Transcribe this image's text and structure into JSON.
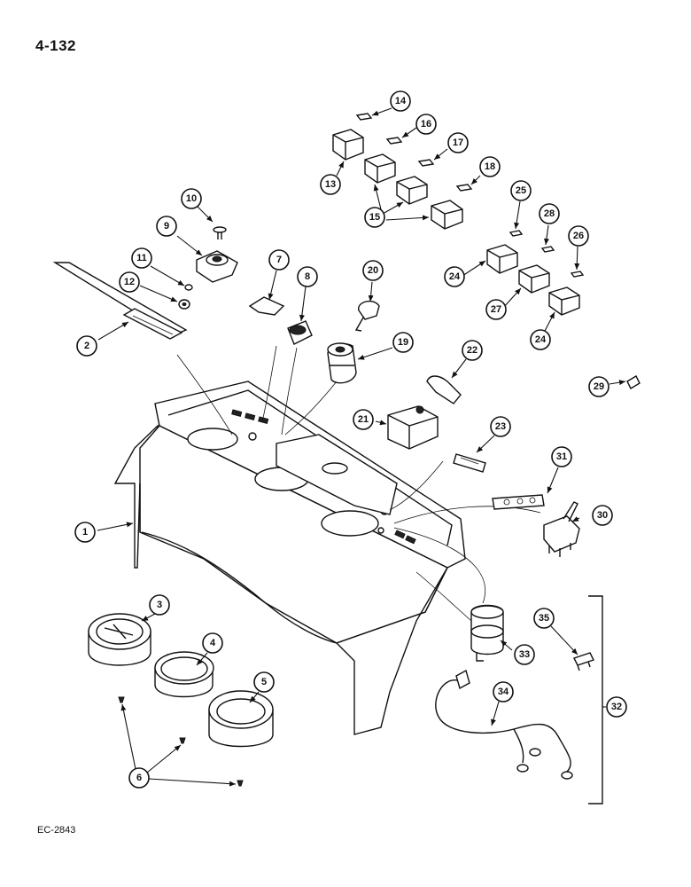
{
  "page_number": "4-132",
  "figure_code": "EC-2843",
  "callouts": [
    "1",
    "2",
    "3",
    "4",
    "5",
    "6",
    "7",
    "8",
    "9",
    "10",
    "11",
    "12",
    "13",
    "14",
    "15",
    "16",
    "17",
    "18",
    "19",
    "20",
    "21",
    "22",
    "23",
    "24",
    "25",
    "26",
    "27",
    "28",
    "29",
    "30",
    "31",
    "32",
    "33",
    "34",
    "35"
  ]
}
